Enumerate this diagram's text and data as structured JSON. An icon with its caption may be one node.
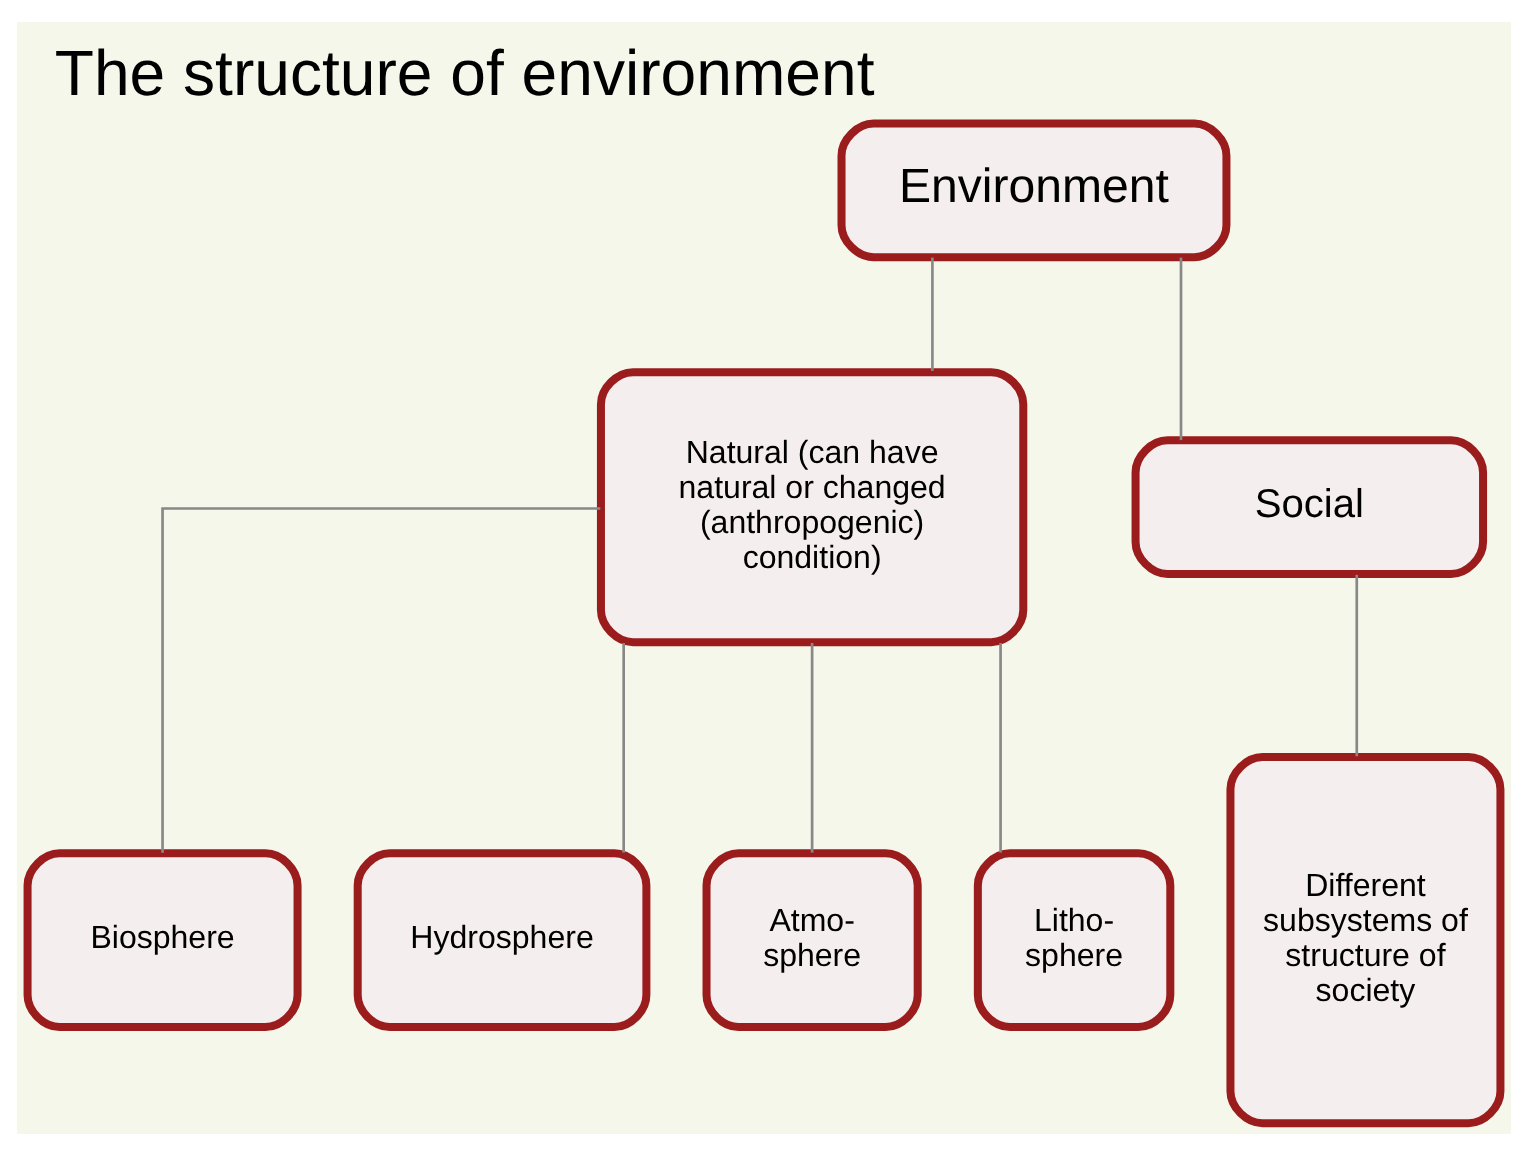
{
  "diagram": {
    "title": "The structure of environment",
    "nodes": [
      {
        "text": [
          "Environment"
        ]
      },
      {
        "text": [
          "Natural (can have natural or changed (anthropogenic) condition)"
        ]
      },
      {
        "text": [
          "Social"
        ]
      },
      {
        "text": [
          "Biosphere"
        ]
      },
      {
        "text": [
          "Hydrosphere"
        ]
      },
      {
        "text": [
          "Atmo- sphere"
        ]
      },
      {
        "text": [
          "Litho- sphere"
        ]
      },
      {
        "text": [
          "Different subsystems of structure of society"
        ]
      }
    ],
    "edges": [
      {
        "from": 0,
        "to": 1,
        "arrow": "none"
      },
      {
        "from": 0,
        "to": 2,
        "arrow": "none"
      },
      {
        "from": 1,
        "to": 3,
        "arrow": "none"
      },
      {
        "from": 1,
        "to": 4,
        "arrow": "none"
      },
      {
        "from": 1,
        "to": 5,
        "arrow": "none"
      },
      {
        "from": 1,
        "to": 6,
        "arrow": "none"
      },
      {
        "from": 2,
        "to": 7,
        "arrow": "none"
      }
    ]
  }
}
